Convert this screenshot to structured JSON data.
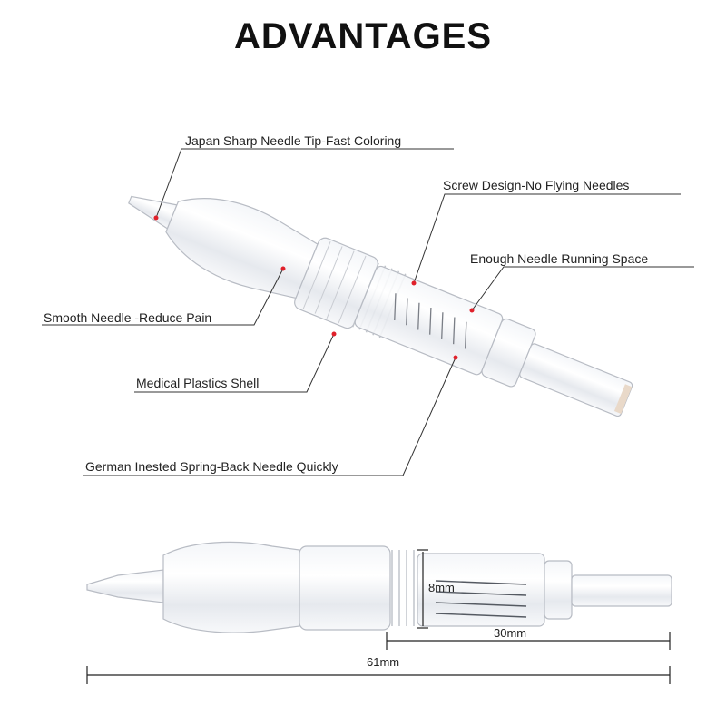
{
  "title": "ADVANTAGES",
  "callouts": {
    "needle_tip": "Japan Sharp Needle Tip-Fast Coloring",
    "screw": "Screw Design-No Flying Needles",
    "running_space": "Enough Needle Running Space",
    "smooth_needle": "Smooth Needle -Reduce Pain",
    "shell": "Medical Plastics Shell",
    "spring": "German Inested Spring-Back Needle Quickly"
  },
  "dimensions": {
    "diameter": "8mm",
    "partial_length": "30mm",
    "total_length": "61mm"
  },
  "colors": {
    "marker": "#e0202a",
    "line": "#333333",
    "plastic_edge": "#b8bcc4"
  }
}
